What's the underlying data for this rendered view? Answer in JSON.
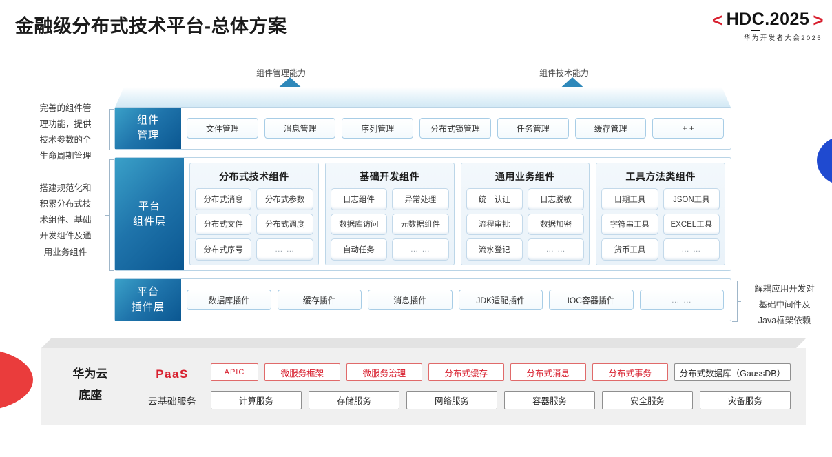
{
  "header": {
    "title": "金融级分布式技术平台-总体方案",
    "logo_main": "HDC.2025",
    "logo_bracket_left": "<",
    "logo_bracket_right": ">",
    "logo_sub": "华为开发者大会2025",
    "brand_red": "#d8202f"
  },
  "arrows": [
    {
      "label": "组件管理能力"
    },
    {
      "label": "组件技术能力"
    }
  ],
  "side_notes": {
    "left_top": "完善的组件管理功能，提供技术参数的全生命周期管理",
    "left_top_lines": [
      "完善的组件管",
      "理功能，提供",
      "技术参数的全",
      "生命周期管理"
    ],
    "left_bottom_lines": [
      "搭建规范化和",
      "积累分布式技",
      "术组件、基础",
      "开发组件及通",
      "用业务组件"
    ],
    "right_lines": [
      "解耦应用开发对",
      "基础中间件及",
      "Java框架依赖"
    ]
  },
  "component_management": {
    "bar_lines": [
      "组件",
      "管理"
    ],
    "items": [
      "文件管理",
      "消息管理",
      "序列管理",
      "分布式锁管理",
      "任务管理",
      "缓存管理",
      "+ +"
    ]
  },
  "platform_component_layer": {
    "bar_lines": [
      "平台",
      "组件层"
    ],
    "groups": [
      {
        "title": "分布式技术组件",
        "items": [
          "分布式消息",
          "分布式参数",
          "分布式文件",
          "分布式调度",
          "分布式序号",
          "… …"
        ]
      },
      {
        "title": "基础开发组件",
        "items": [
          "日志组件",
          "异常处理",
          "数据库访问",
          "元数据组件",
          "自动任务",
          "… …"
        ]
      },
      {
        "title": "通用业务组件",
        "items": [
          "统一认证",
          "日志脱敏",
          "流程审批",
          "数据加密",
          "流水登记",
          "… …"
        ]
      },
      {
        "title": "工具方法类组件",
        "items": [
          "日期工具",
          "JSON工具",
          "字符串工具",
          "EXCEL工具",
          "货币工具",
          "… …"
        ]
      }
    ]
  },
  "platform_plugin_layer": {
    "bar_lines": [
      "平台",
      "插件层"
    ],
    "items": [
      "数据库插件",
      "缓存插件",
      "消息插件",
      "JDK适配插件",
      "IOC容器插件",
      "… …"
    ]
  },
  "huawei_cloud": {
    "title_lines": [
      "华为云",
      "底座"
    ],
    "paas_label": "PaaS",
    "cloud_base_label": "云基础服务",
    "paas_items": [
      "APIC",
      "微服务框架",
      "微服务治理",
      "分布式缓存",
      "分布式消息",
      "分布式事务",
      "分布式数据库（GaussDB）"
    ],
    "base_items": [
      "计算服务",
      "存储服务",
      "网络服务",
      "容器服务",
      "安全服务",
      "灾备服务"
    ]
  },
  "colors": {
    "blue_dark": "#0b5791",
    "blue_mid": "#1f74ab",
    "blue_light": "#3aa0c8",
    "red": "#d8202f",
    "slab": "#f0f0f0",
    "lens_blue": "#1f4ad0",
    "wedge_red": "#ea3c3c"
  }
}
